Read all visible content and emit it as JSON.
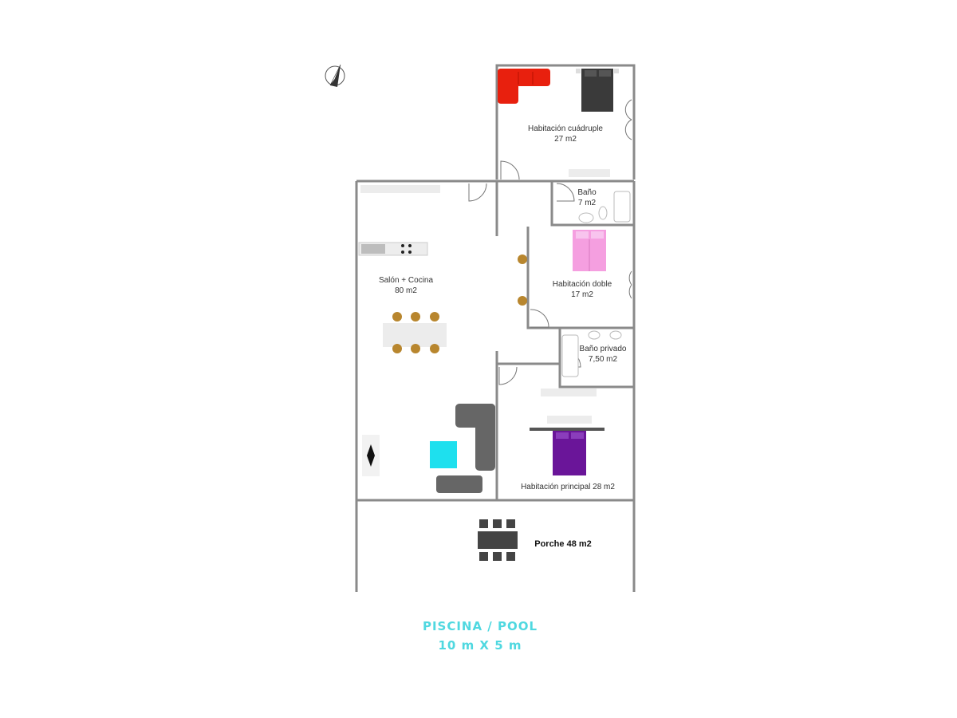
{
  "rooms": {
    "quad": {
      "name": "Habitación cuádruple",
      "area": "27 m2"
    },
    "bath1": {
      "name": "Baño",
      "area": "7 m2"
    },
    "double": {
      "name": "Habitación doble",
      "area": "17 m2"
    },
    "bath2": {
      "name": "Baño privado",
      "area": "7,50 m2"
    },
    "living": {
      "name": "Salón + Cocina",
      "area": "80 m2"
    },
    "master": {
      "name": "Habitación principal 28 m2"
    },
    "porch": {
      "name": "Porche 48 m2"
    }
  },
  "pool": {
    "title": "PISCINA / POOL",
    "size": "10 m X 5 m"
  },
  "colors": {
    "wall": "#8a8a8a",
    "pool_text": "#4fd8e0",
    "red_sofa": "#e8200e",
    "dark_bed": "#3a3a3a",
    "pink_bed": "#f59fe0",
    "purple_bed": "#6a1599",
    "cyan_table": "#1ee0ee",
    "grey_sofa": "#666666",
    "chair": "#b8862e"
  },
  "icons": {
    "compass": "north-arrow-icon"
  }
}
